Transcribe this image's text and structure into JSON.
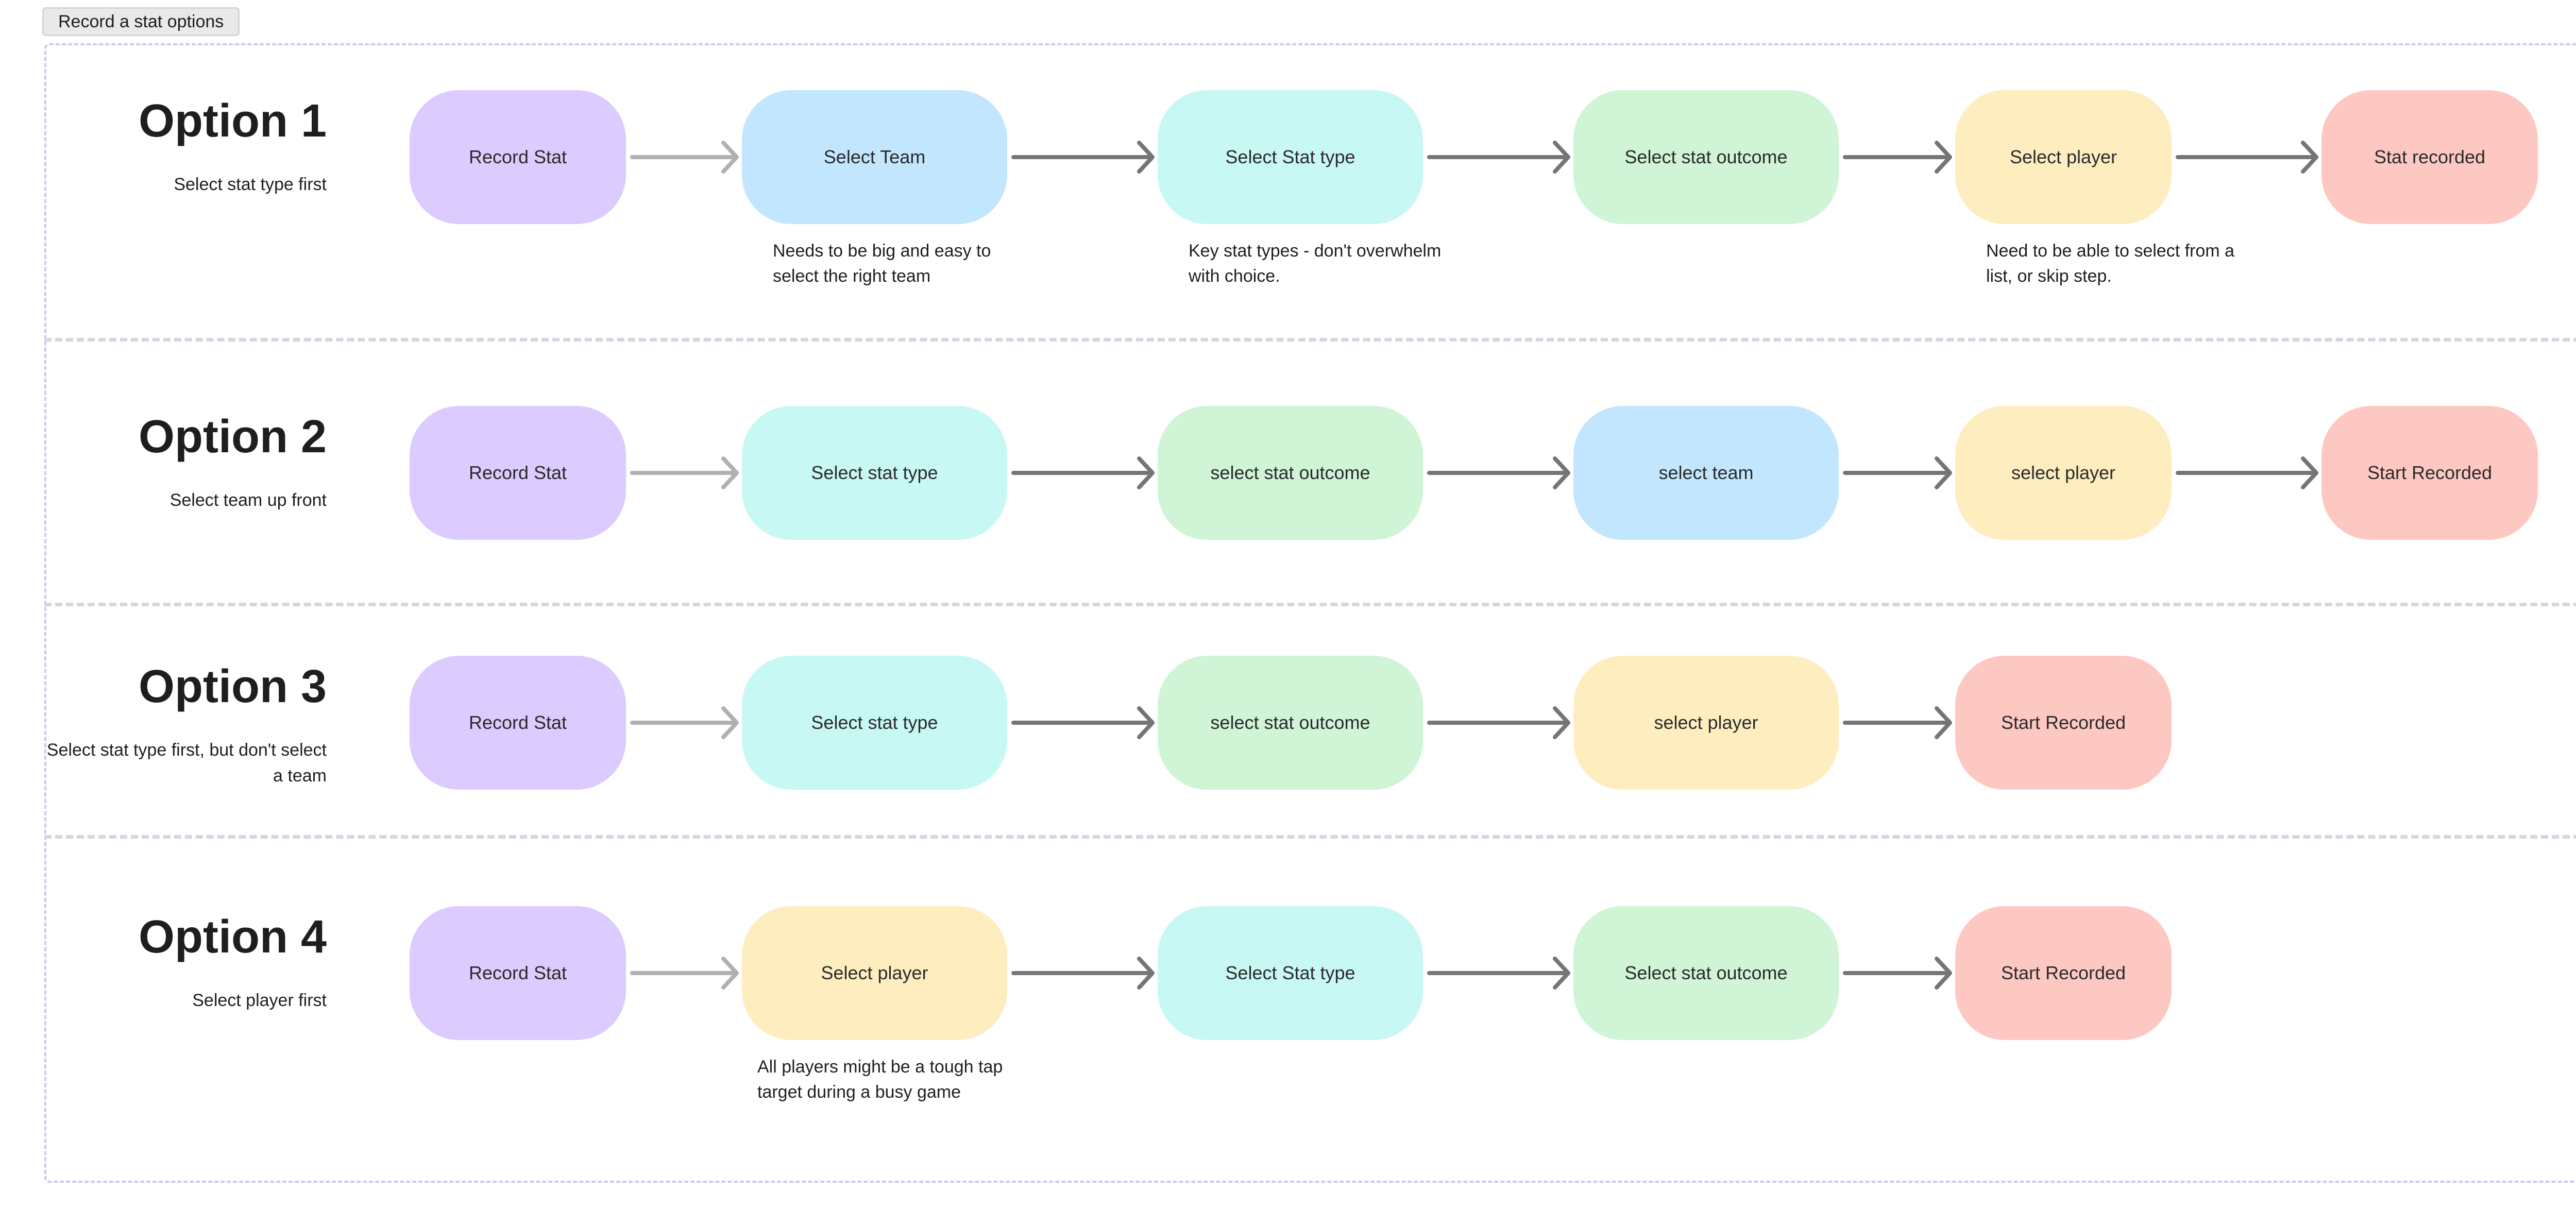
{
  "frame_label": "Record a stat options",
  "colors": {
    "purple": "#dccbfe",
    "blue": "#c2e6fd",
    "cyan": "#c7f8f4",
    "green": "#cff4d6",
    "yellow": "#fdedbf",
    "red": "#fec8c2",
    "arrow_light": "#b0b0b0",
    "arrow_dark": "#757575"
  },
  "options": [
    {
      "title": "Option 1",
      "subtitle": "Select stat type first",
      "steps": [
        {
          "label": "Record Stat",
          "color": "purple"
        },
        {
          "label": "Select Team",
          "color": "blue"
        },
        {
          "label": "Select Stat type",
          "color": "cyan"
        },
        {
          "label": "Select stat outcome",
          "color": "green"
        },
        {
          "label": "Select player",
          "color": "yellow"
        },
        {
          "label": "Stat recorded",
          "color": "red"
        }
      ],
      "notes": [
        {
          "step": 1,
          "text": "Needs to be big and easy to select the right team"
        },
        {
          "step": 2,
          "text": "Key stat types - don't overwhelm with choice."
        },
        {
          "step": 4,
          "text": "Need to be able to select from a list, or skip step."
        }
      ]
    },
    {
      "title": "Option 2",
      "subtitle": "Select team up front",
      "steps": [
        {
          "label": "Record Stat",
          "color": "purple"
        },
        {
          "label": "Select stat type",
          "color": "cyan"
        },
        {
          "label": "select stat outcome",
          "color": "green"
        },
        {
          "label": "select team",
          "color": "blue"
        },
        {
          "label": "select player",
          "color": "yellow"
        },
        {
          "label": "Start Recorded",
          "color": "red"
        }
      ],
      "notes": []
    },
    {
      "title": "Option 3",
      "subtitle": "Select stat type first, but don't select a team",
      "steps": [
        {
          "label": "Record Stat",
          "color": "purple"
        },
        {
          "label": "Select stat type",
          "color": "cyan"
        },
        {
          "label": "select stat outcome",
          "color": "green"
        },
        {
          "label": "select player",
          "color": "yellow"
        },
        {
          "label": "Start Recorded",
          "color": "red"
        }
      ],
      "notes": []
    },
    {
      "title": "Option 4",
      "subtitle": "Select player first",
      "steps": [
        {
          "label": "Record Stat",
          "color": "purple"
        },
        {
          "label": "Select player",
          "color": "yellow"
        },
        {
          "label": "Select Stat type",
          "color": "cyan"
        },
        {
          "label": "Select stat outcome",
          "color": "green"
        },
        {
          "label": "Start Recorded",
          "color": "red"
        }
      ],
      "notes": [
        {
          "step": 1,
          "text": "All players might be a tough tap target during a busy game"
        }
      ]
    }
  ]
}
